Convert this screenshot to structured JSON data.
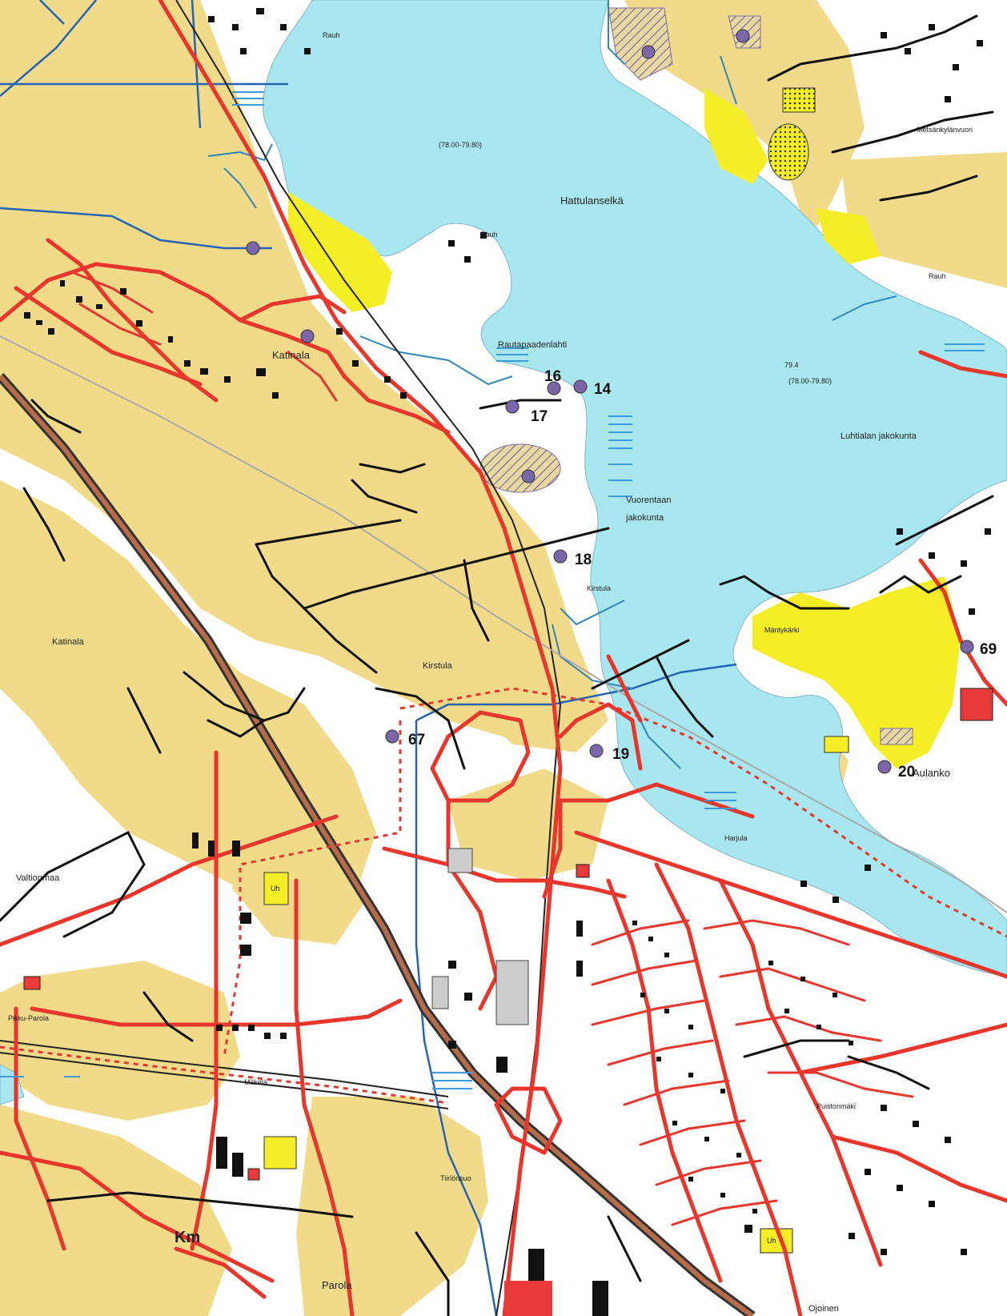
{
  "map": {
    "places": {
      "hattulanselka": "Hattulanselkä",
      "katinala_village": "Katinala",
      "katinala_hill": "Katinala",
      "rautapaadenlahti": "Rautapaadenlahti",
      "luhtialan": "Luhtialan jakokunta",
      "vuorentaan_1": "Vuorentaan",
      "vuorentaan_2": "jakokunta",
      "kirstula": "Kirstula",
      "kirstula_small": "Kirstula",
      "valtionmaa": "Valtionmaa",
      "metsankylanvuori": "Metsänkylänvuori",
      "parola": "Parola",
      "tiirionsuo": "Tiiriönsuo",
      "aulanko": "Aulanko",
      "ojoinen": "Ojoinen",
      "pikku_parola": "Pikku-Parola",
      "rauh_1": "Rauh",
      "rauh_2": "Rauh",
      "rauh_3": "Rauh",
      "makela": "Mäkelä",
      "harjula": "Harjula",
      "puistonmaki": "Puistonmäki",
      "km": "Km",
      "mantykarki": "Mäntykärki",
      "uh_1": "Uh",
      "uh_2": "Uh",
      "water_level_1": "79.4",
      "water_level_2": "(78.00-79.80)",
      "water_level_3": "(78.00-79.80)"
    },
    "sites": [
      {
        "id": "14",
        "label": "14"
      },
      {
        "id": "16",
        "label": "16"
      },
      {
        "id": "17",
        "label": "17"
      },
      {
        "id": "18",
        "label": "18"
      },
      {
        "id": "19",
        "label": "19"
      },
      {
        "id": "20",
        "label": "20"
      },
      {
        "id": "67",
        "label": "67"
      },
      {
        "id": "69",
        "label": "69"
      }
    ],
    "colors": {
      "water": "#a9e7f0",
      "field": "#f1db8a",
      "road": "#e8362d",
      "site_marker": "#7a66a8",
      "border": "#2463b5"
    }
  }
}
